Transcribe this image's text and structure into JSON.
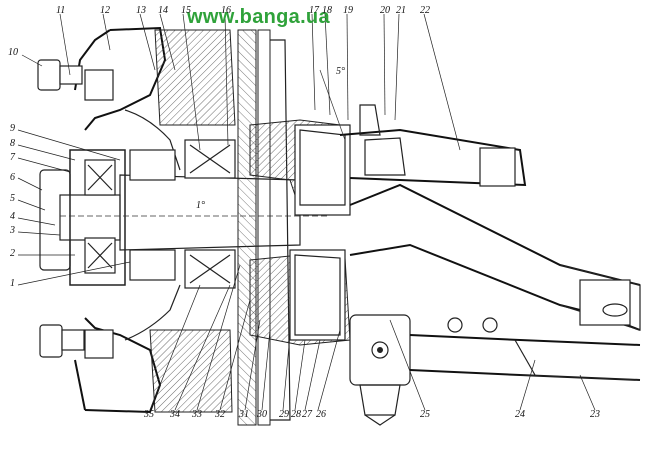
{
  "watermark": "www.banga.ua",
  "callouts": {
    "top": [
      "11",
      "12",
      "13",
      "14",
      "15",
      "16",
      "17",
      "18",
      "19",
      "20",
      "21",
      "22"
    ],
    "left": [
      "10",
      "9",
      "8",
      "7",
      "6",
      "5",
      "4",
      "3",
      "2",
      "1"
    ],
    "bottom": [
      "35",
      "34",
      "33",
      "32",
      "31",
      "30",
      "29",
      "28",
      "27",
      "26",
      "25",
      "24",
      "23"
    ]
  },
  "angles": {
    "upper": "5°",
    "hub": "1°"
  }
}
